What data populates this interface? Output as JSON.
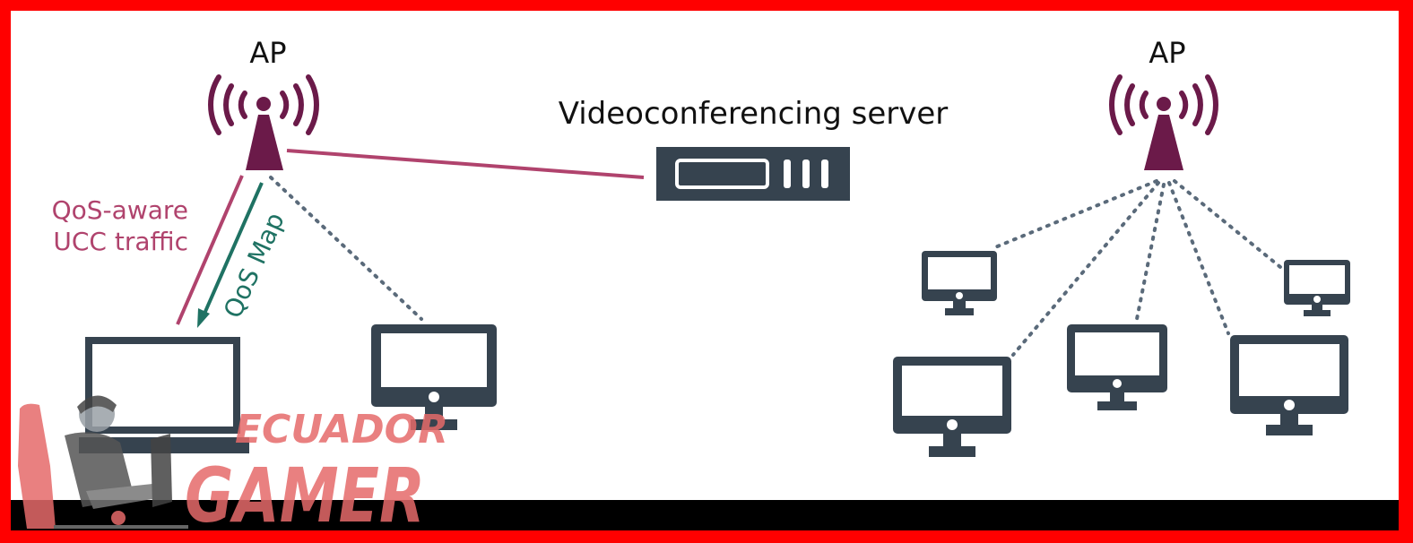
{
  "diagram": {
    "left_ap": {
      "label": "AP"
    },
    "right_ap": {
      "label": "AP"
    },
    "server": {
      "label": "Videoconferencing server"
    },
    "annotations": {
      "ucc_traffic_line1": "QoS-aware",
      "ucc_traffic_line2": "UCC traffic",
      "qos_map": "QoS Map"
    },
    "watermark": {
      "line1": "ECUADOR",
      "line2": "GAMER"
    }
  },
  "colors": {
    "frame": "#ff0000",
    "background": "#ffffff",
    "bottom_band": "#000000",
    "antenna": "#6b1a49",
    "traffic_line": "#b0436d",
    "qos_map": "#1f7263",
    "device": "#36434f",
    "dotted_link": "#5a6a7a",
    "watermark": "#e66a6a"
  }
}
